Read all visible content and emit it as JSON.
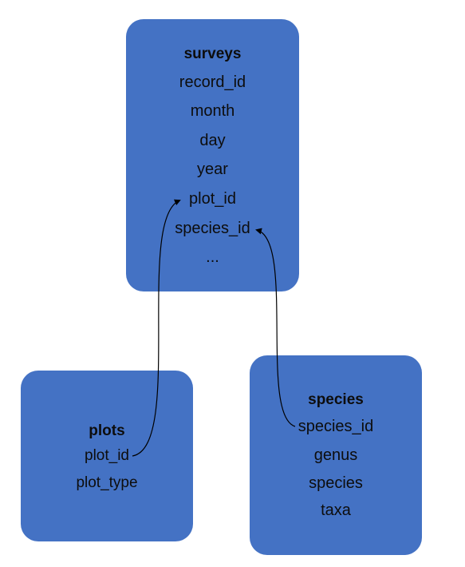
{
  "tables": {
    "surveys": {
      "title": "surveys",
      "fields": [
        "record_id",
        "month",
        "day",
        "year",
        "plot_id",
        "species_id",
        "..."
      ]
    },
    "plots": {
      "title": "plots",
      "fields": [
        "plot_id",
        "plot_type"
      ]
    },
    "species": {
      "title": "species",
      "fields": [
        "species_id",
        "genus",
        "species",
        "taxa"
      ]
    }
  },
  "relationships": [
    {
      "from": "plots.plot_id",
      "to": "surveys.plot_id"
    },
    {
      "from": "species.species_id",
      "to": "surveys.species_id"
    }
  ],
  "colors": {
    "box_fill": "#4472c4",
    "text": "#0d0d0d",
    "connector": "#000000"
  }
}
